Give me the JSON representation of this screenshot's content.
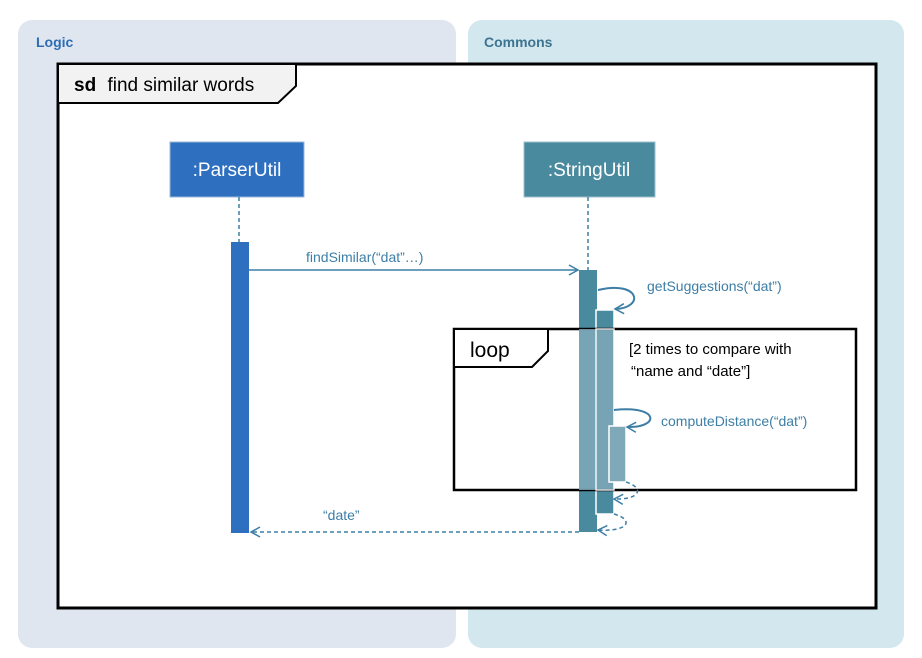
{
  "colors": {
    "logic_panel": "#dfe6f0",
    "commons_panel": "#d3e7ee",
    "logic_title": "#2e6db4",
    "commons_title": "#3d7490",
    "parser_box": "#2e6fc0",
    "parser_activation": "#2e6fc0",
    "string_box": "#4a8a9e",
    "string_activation": "#4a8a9e",
    "string_activation_light": "#7fa9b8",
    "message": "#3d7ea6"
  },
  "panels": {
    "logic": "Logic",
    "commons": "Commons"
  },
  "frame": {
    "keyword": "sd",
    "title": "find similar words"
  },
  "participants": {
    "parser": ":ParserUtil",
    "string": ":StringUtil"
  },
  "messages": {
    "find_similar": "findSimilar(“dat”…)",
    "get_suggestions": "getSuggestions(“dat”)",
    "compute_distance": "computeDistance(“dat”)",
    "return_date": "“date”"
  },
  "loop": {
    "keyword": "loop",
    "guard_line1": "[2 times to compare with",
    "guard_line2": "“name and “date”]"
  }
}
